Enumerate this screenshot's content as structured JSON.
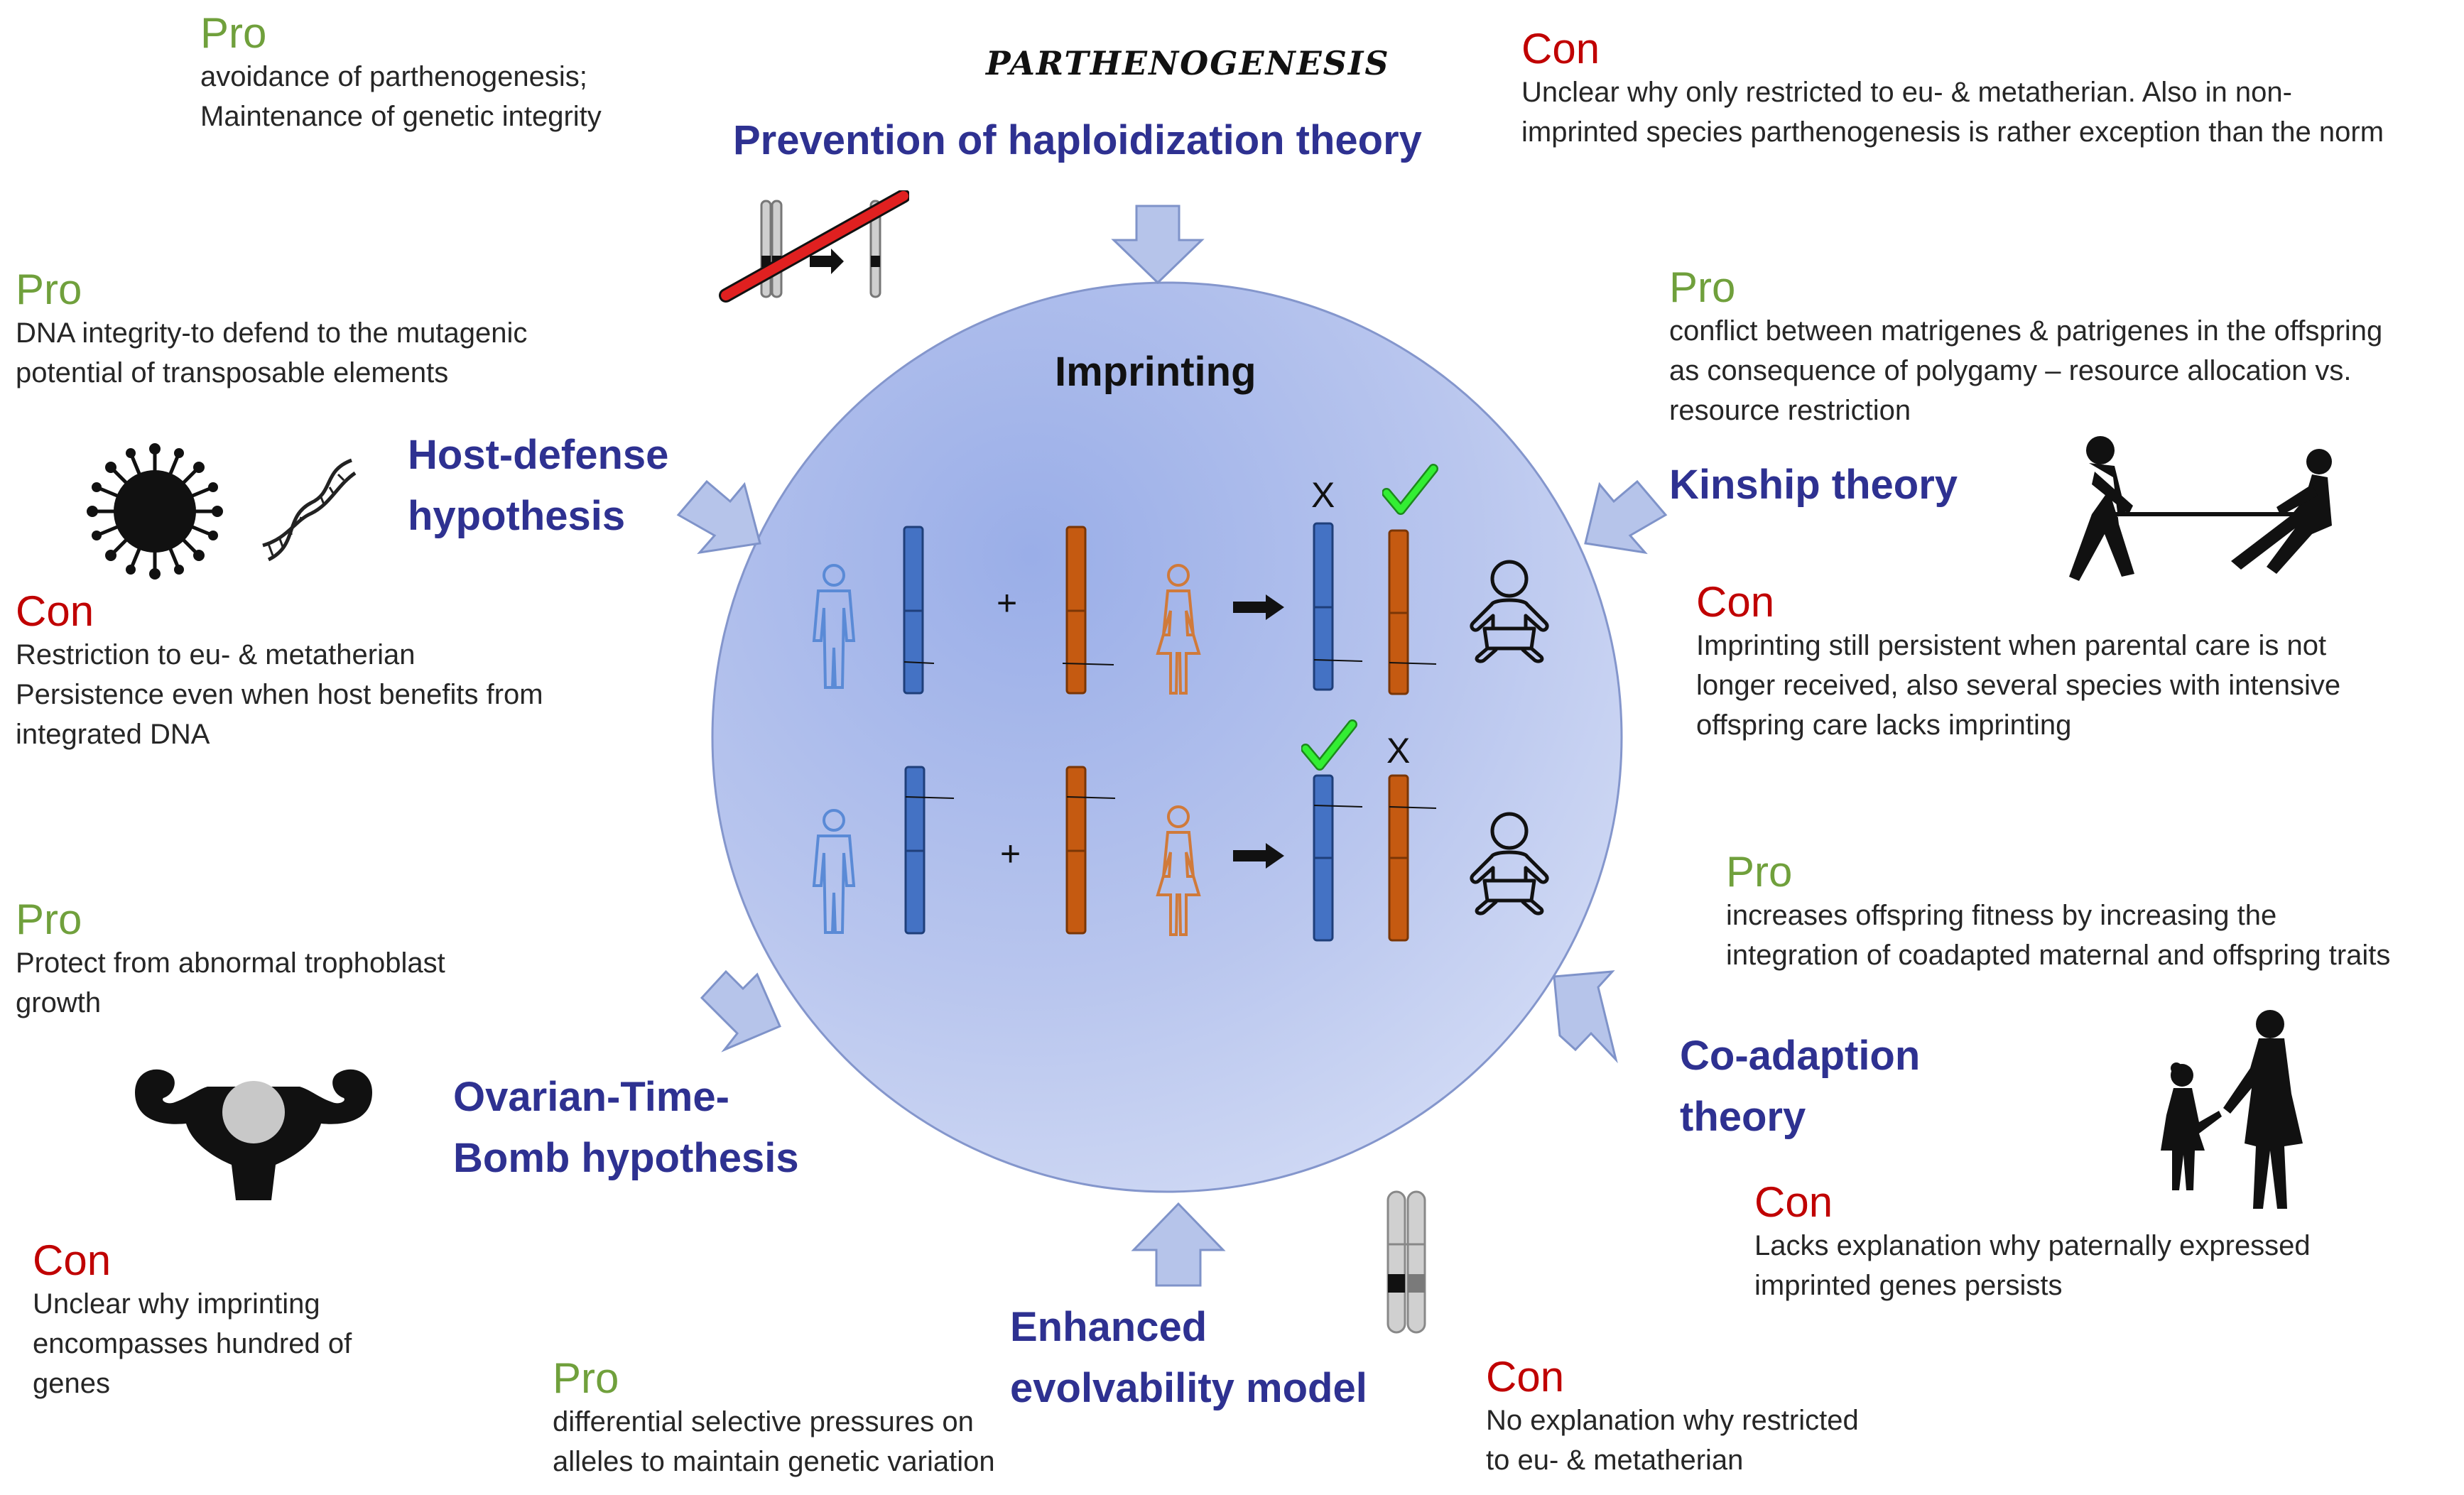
{
  "colors": {
    "pro": "#70a03c",
    "con": "#c00000",
    "theory": "#2e3191",
    "circle_fill": "#aebcea",
    "arrow_fill": "#b6c4ea",
    "paternal": "#4472c4",
    "maternal": "#c55a11",
    "check": "#22dd22"
  },
  "center": {
    "title": "Imprinting",
    "top_label": "PARTHENOGENESIS",
    "plus": "+",
    "x_mark": "X"
  },
  "theories": {
    "haploidization": {
      "name": "Prevention of haploidization theory",
      "pro_label": "Pro",
      "pro_text": [
        "avoidance of parthenogenesis;",
        "Maintenance of genetic integrity"
      ],
      "con_label": "Con",
      "con_text": [
        "Unclear why only restricted to eu- & metatherian. Also in non-",
        "imprinted species parthenogenesis is rather exception than the norm"
      ]
    },
    "host_defense": {
      "name": [
        "Host-defense",
        "hypothesis"
      ],
      "pro_label": "Pro",
      "pro_text": [
        "DNA integrity-to defend to the mutagenic",
        "potential of transposable elements"
      ],
      "con_label": "Con",
      "con_text": [
        "Restriction to eu- & metatherian",
        "Persistence even when host benefits from",
        "integrated DNA"
      ]
    },
    "kinship": {
      "name": "Kinship theory",
      "pro_label": "Pro",
      "pro_text": [
        "conflict between matrigenes & patrigenes in the offspring",
        "as consequence of polygamy – resource allocation vs.",
        "resource restriction"
      ],
      "con_label": "Con",
      "con_text": [
        "Imprinting still persistent when parental care is not",
        "longer received, also several species with intensive",
        "offspring care lacks imprinting"
      ]
    },
    "ovarian": {
      "name": [
        "Ovarian-Time-",
        "Bomb hypothesis"
      ],
      "pro_label": "Pro",
      "pro_text": [
        "Protect from abnormal trophoblast",
        "growth"
      ],
      "con_label": "Con",
      "con_text": [
        "Unclear why imprinting",
        "encompasses hundred of",
        "genes"
      ]
    },
    "coadaption": {
      "name": [
        "Co-adaption",
        "theory"
      ],
      "pro_label": "Pro",
      "pro_text": [
        "increases offspring fitness by increasing the",
        "integration of coadapted maternal and offspring traits"
      ],
      "con_label": "Con",
      "con_text": [
        "Lacks explanation why paternally expressed",
        "imprinted genes persists"
      ]
    },
    "evolvability": {
      "name": [
        "Enhanced",
        "evolvability model"
      ],
      "pro_label": "Pro",
      "pro_text": [
        "differential selective pressures on",
        "alleles to maintain genetic variation"
      ],
      "con_label": "Con",
      "con_text": [
        "No explanation why restricted",
        "to eu- & metatherian"
      ]
    }
  },
  "icons": [
    "chromosome-haploidization-icon",
    "virus-icon",
    "dna-helix-icon",
    "tug-of-war-icon",
    "uterus-icon",
    "mother-child-icon",
    "chromosome-pair-icon",
    "male-figure-icon",
    "female-figure-icon",
    "baby-icon",
    "checkmark-icon",
    "arrow-right-icon"
  ]
}
